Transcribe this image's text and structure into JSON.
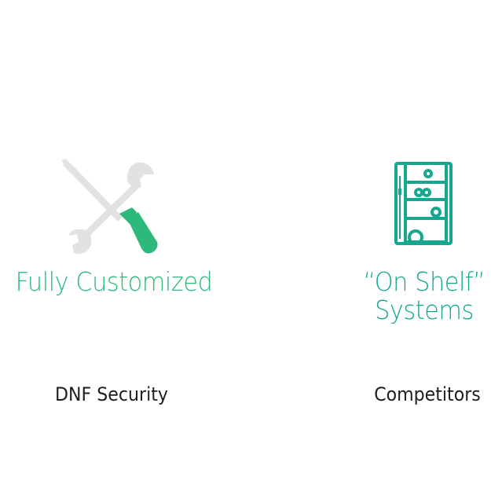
{
  "left_column": {
    "icon": "wrench-screwdriver-icon",
    "title": "Fully Customized",
    "label": "DNF Security"
  },
  "right_column": {
    "icon": "cabinet-rack-icon",
    "title_line1": "“On Shelf”",
    "title_line2": "Systems",
    "label": "Competitors"
  },
  "colors": {
    "accent_green": "#2cb97a",
    "accent_teal": "#16a78f",
    "tool_gray": "#e2e2e2",
    "text_dark": "#1e1e1e"
  }
}
